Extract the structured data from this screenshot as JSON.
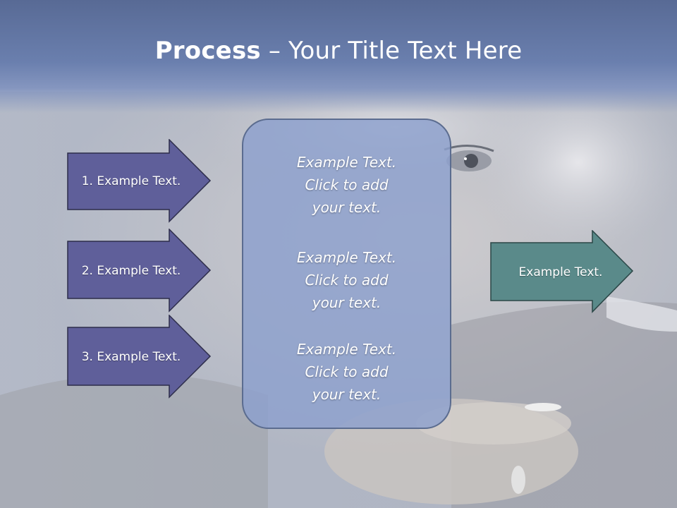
{
  "title": {
    "bold": "Process",
    "rest": " – Your Title Text Here"
  },
  "left_arrows": [
    {
      "label": "1. Example Text."
    },
    {
      "label": "2. Example Text."
    },
    {
      "label": "3. Example Text."
    }
  ],
  "center_box": {
    "items": [
      {
        "line1": "Example Text.",
        "line2": "Click  to add",
        "line3": "your text."
      },
      {
        "line1": "Example Text.",
        "line2": "Click  to add",
        "line3": "your text."
      },
      {
        "line1": "Example Text.",
        "line2": "Click  to add",
        "line3": "your text."
      }
    ]
  },
  "right_arrow": {
    "label": "Example Text."
  },
  "colors": {
    "left_arrow_fill": "#5f5f9a",
    "right_arrow_fill": "#5a8a8a",
    "center_box_fill": "#8ca0cd",
    "title_band": "#6a7fae"
  }
}
